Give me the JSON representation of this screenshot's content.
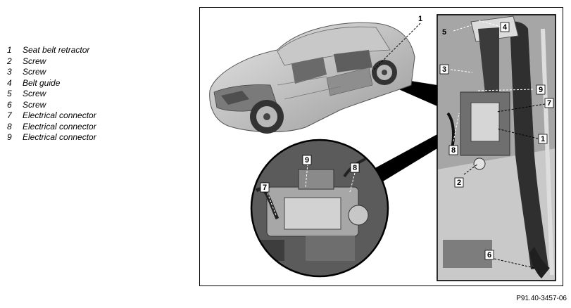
{
  "legend": {
    "items": [
      {
        "number": "1",
        "label": "Seat belt retractor"
      },
      {
        "number": "2",
        "label": "Screw"
      },
      {
        "number": "3",
        "label": "Screw"
      },
      {
        "number": "4",
        "label": "Belt guide"
      },
      {
        "number": "5",
        "label": "Screw"
      },
      {
        "number": "6",
        "label": "Screw"
      },
      {
        "number": "7",
        "label": "Electrical connector"
      },
      {
        "number": "8",
        "label": "Electrical connector"
      },
      {
        "number": "9",
        "label": "Electrical connector"
      }
    ]
  },
  "callouts": {
    "c1": "1",
    "c1b": "1",
    "c2": "2",
    "c3": "3",
    "c4": "4",
    "c5": "5",
    "c6": "6",
    "c7": "7",
    "c7b": "7",
    "c8": "8",
    "c8b": "8",
    "c9": "9",
    "c9b": "9"
  },
  "figure_id": "P91.40-3457-06",
  "colors": {
    "frame": "#000000",
    "label_bg": "#ffffff",
    "photo_dark": "#2a2a2a",
    "photo_mid": "#8a8a8a",
    "photo_light": "#d8d8d8"
  }
}
